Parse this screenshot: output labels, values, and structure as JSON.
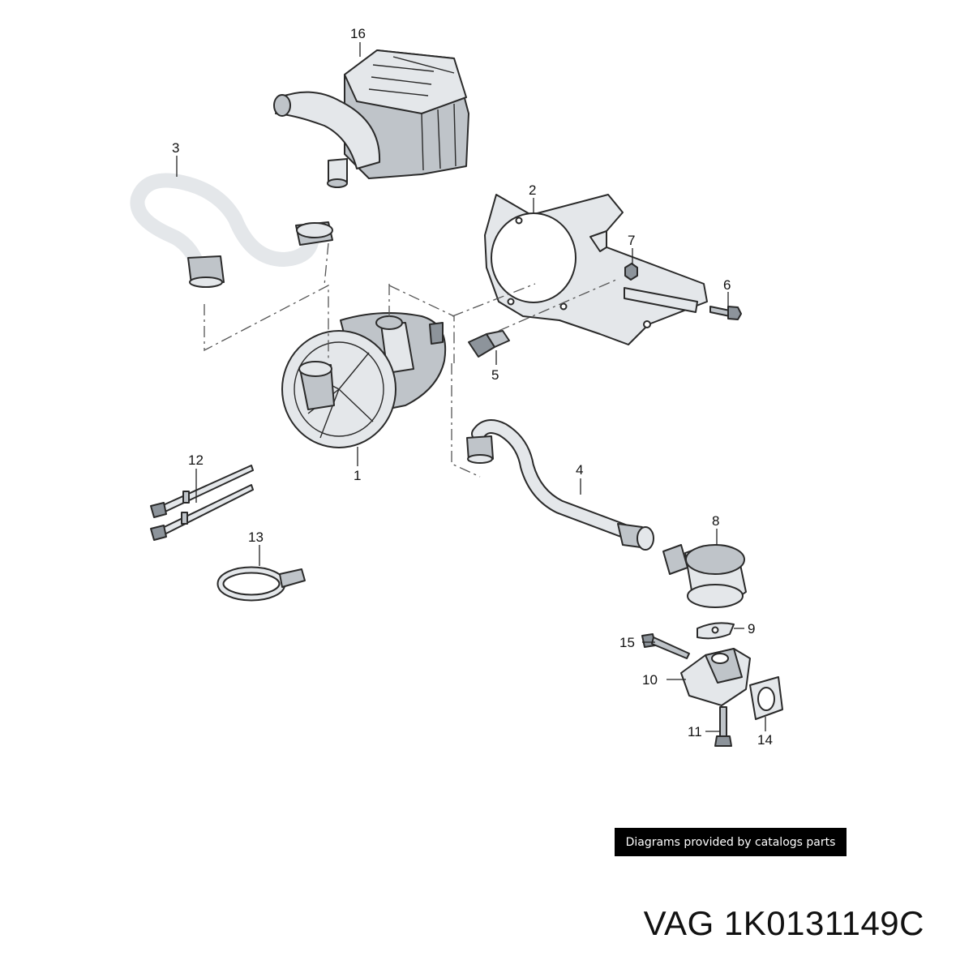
{
  "callouts": {
    "c1": "1",
    "c2": "2",
    "c3": "3",
    "c4": "4",
    "c5": "5",
    "c6": "6",
    "c7": "7",
    "c8": "8",
    "c9": "9",
    "c10": "10",
    "c11": "11",
    "c12": "12",
    "c13": "13",
    "c14": "14",
    "c15": "15",
    "c16": "16"
  },
  "banner": {
    "text": "Diagrams provided by catalogs parts"
  },
  "part": {
    "title": "VAG 1K0131149C"
  },
  "colors": {
    "ink": "#2a2a2a",
    "part_light": "#e4e7ea",
    "part_mid": "#bfc4c9",
    "part_dark": "#8d949b",
    "banner_bg": "#000000"
  }
}
